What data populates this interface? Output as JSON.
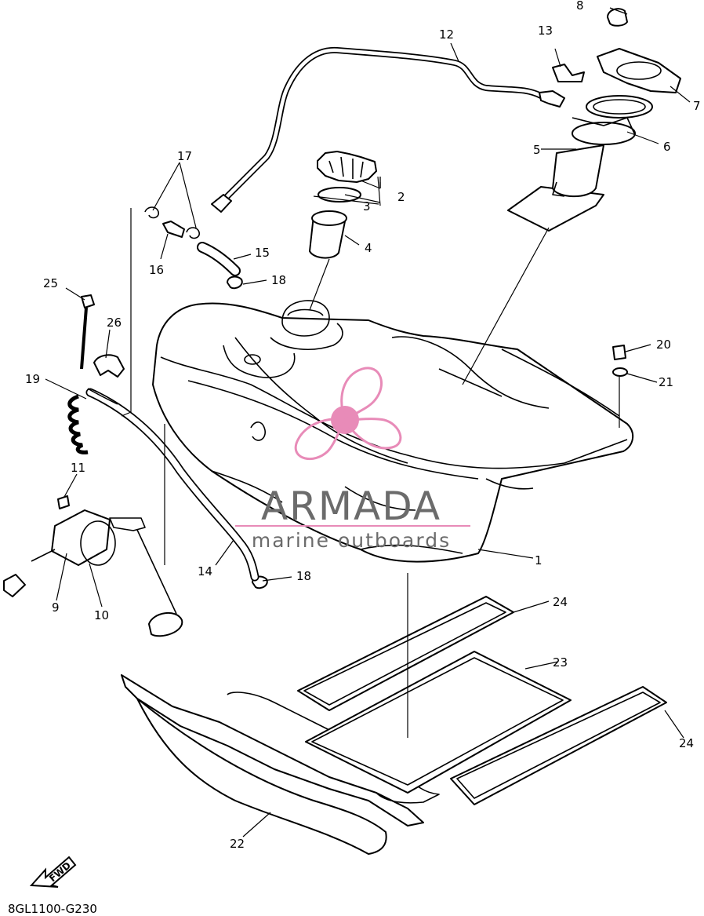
{
  "diagram_code": "8GL1100-G230",
  "watermark": {
    "brand": "ARMADA",
    "tagline": "marine outboards"
  },
  "fwd_label": "FWD",
  "callouts": {
    "c1": "1",
    "c2": "2",
    "c3": "3",
    "c4": "4",
    "c5": "5",
    "c6": "6",
    "c7": "7",
    "c8": "8",
    "c9": "9",
    "c10": "10",
    "c11": "11",
    "c12": "12",
    "c13": "13",
    "c14": "14",
    "c15": "15",
    "c16": "16",
    "c17": "17",
    "c18a": "18",
    "c18b": "18",
    "c19": "19",
    "c20": "20",
    "c21": "21",
    "c22": "22",
    "c23": "23",
    "c24a": "24",
    "c24b": "24",
    "c25": "25",
    "c26": "26"
  },
  "colors": {
    "line": "#000000",
    "watermark_pink": "#e88bb8",
    "watermark_gray": "#6b6b6b"
  }
}
